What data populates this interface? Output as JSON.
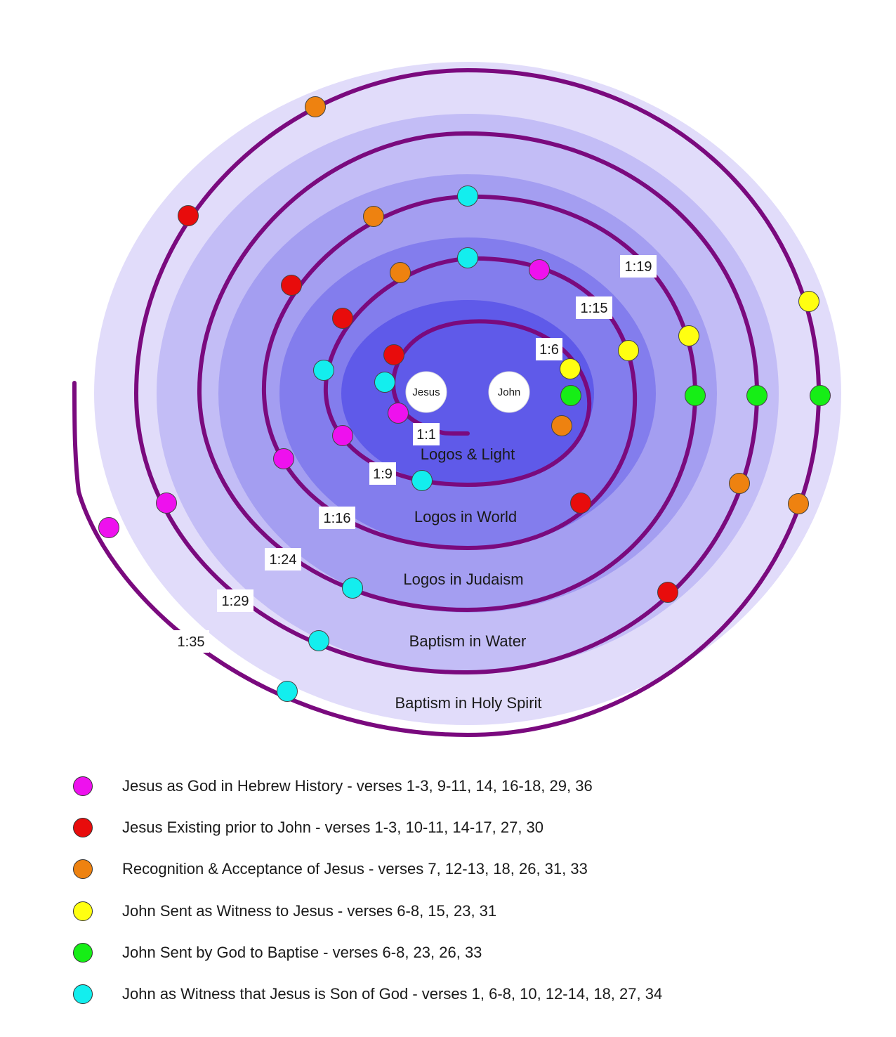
{
  "colors": {
    "spiral": "#7a0a7e",
    "rings": [
      "#e1dcfa",
      "#c3bdf6",
      "#a49ef1",
      "#837ded",
      "#5f5ae9"
    ]
  },
  "people": [
    {
      "id": "jesus",
      "label": "Jesus"
    },
    {
      "id": "john",
      "label": "John"
    }
  ],
  "ring_labels": [
    "Logos & Light",
    "Logos in World",
    "Logos in Judaism",
    "Baptism in Water",
    "Baptism in Holy Spirit"
  ],
  "verse_labels": [
    "1:1",
    "1:6",
    "1:9",
    "1:15",
    "1:16",
    "1:19",
    "1:24",
    "1:29",
    "1:35"
  ],
  "categories": [
    {
      "id": "magenta",
      "color": "#ee11ee",
      "label": "Jesus as God in Hebrew History  -  verses 1-3, 9-11, 14, 16-18, 29, 36"
    },
    {
      "id": "red",
      "color": "#e80c0c",
      "label": "Jesus Existing prior to John  -  verses 1-3, 10-11, 14-17, 27, 30"
    },
    {
      "id": "orange",
      "color": "#ee8210",
      "label": "Recognition & Acceptance of Jesus  -  verses 7, 12-13, 18, 26, 31, 33"
    },
    {
      "id": "yellow",
      "color": "#ffff11",
      "label": "John Sent as Witness to Jesus  -  verses 6-8, 15, 23, 31"
    },
    {
      "id": "green",
      "color": "#16ee16",
      "label": "John Sent by God to Baptise  -  verses 6-8, 23, 26, 33"
    },
    {
      "id": "cyan",
      "color": "#13eeee",
      "label": "John as Witness that Jesus is Son of God  -  verses 1, 6-8, 10, 12-14, 18, 27, 34"
    }
  ]
}
